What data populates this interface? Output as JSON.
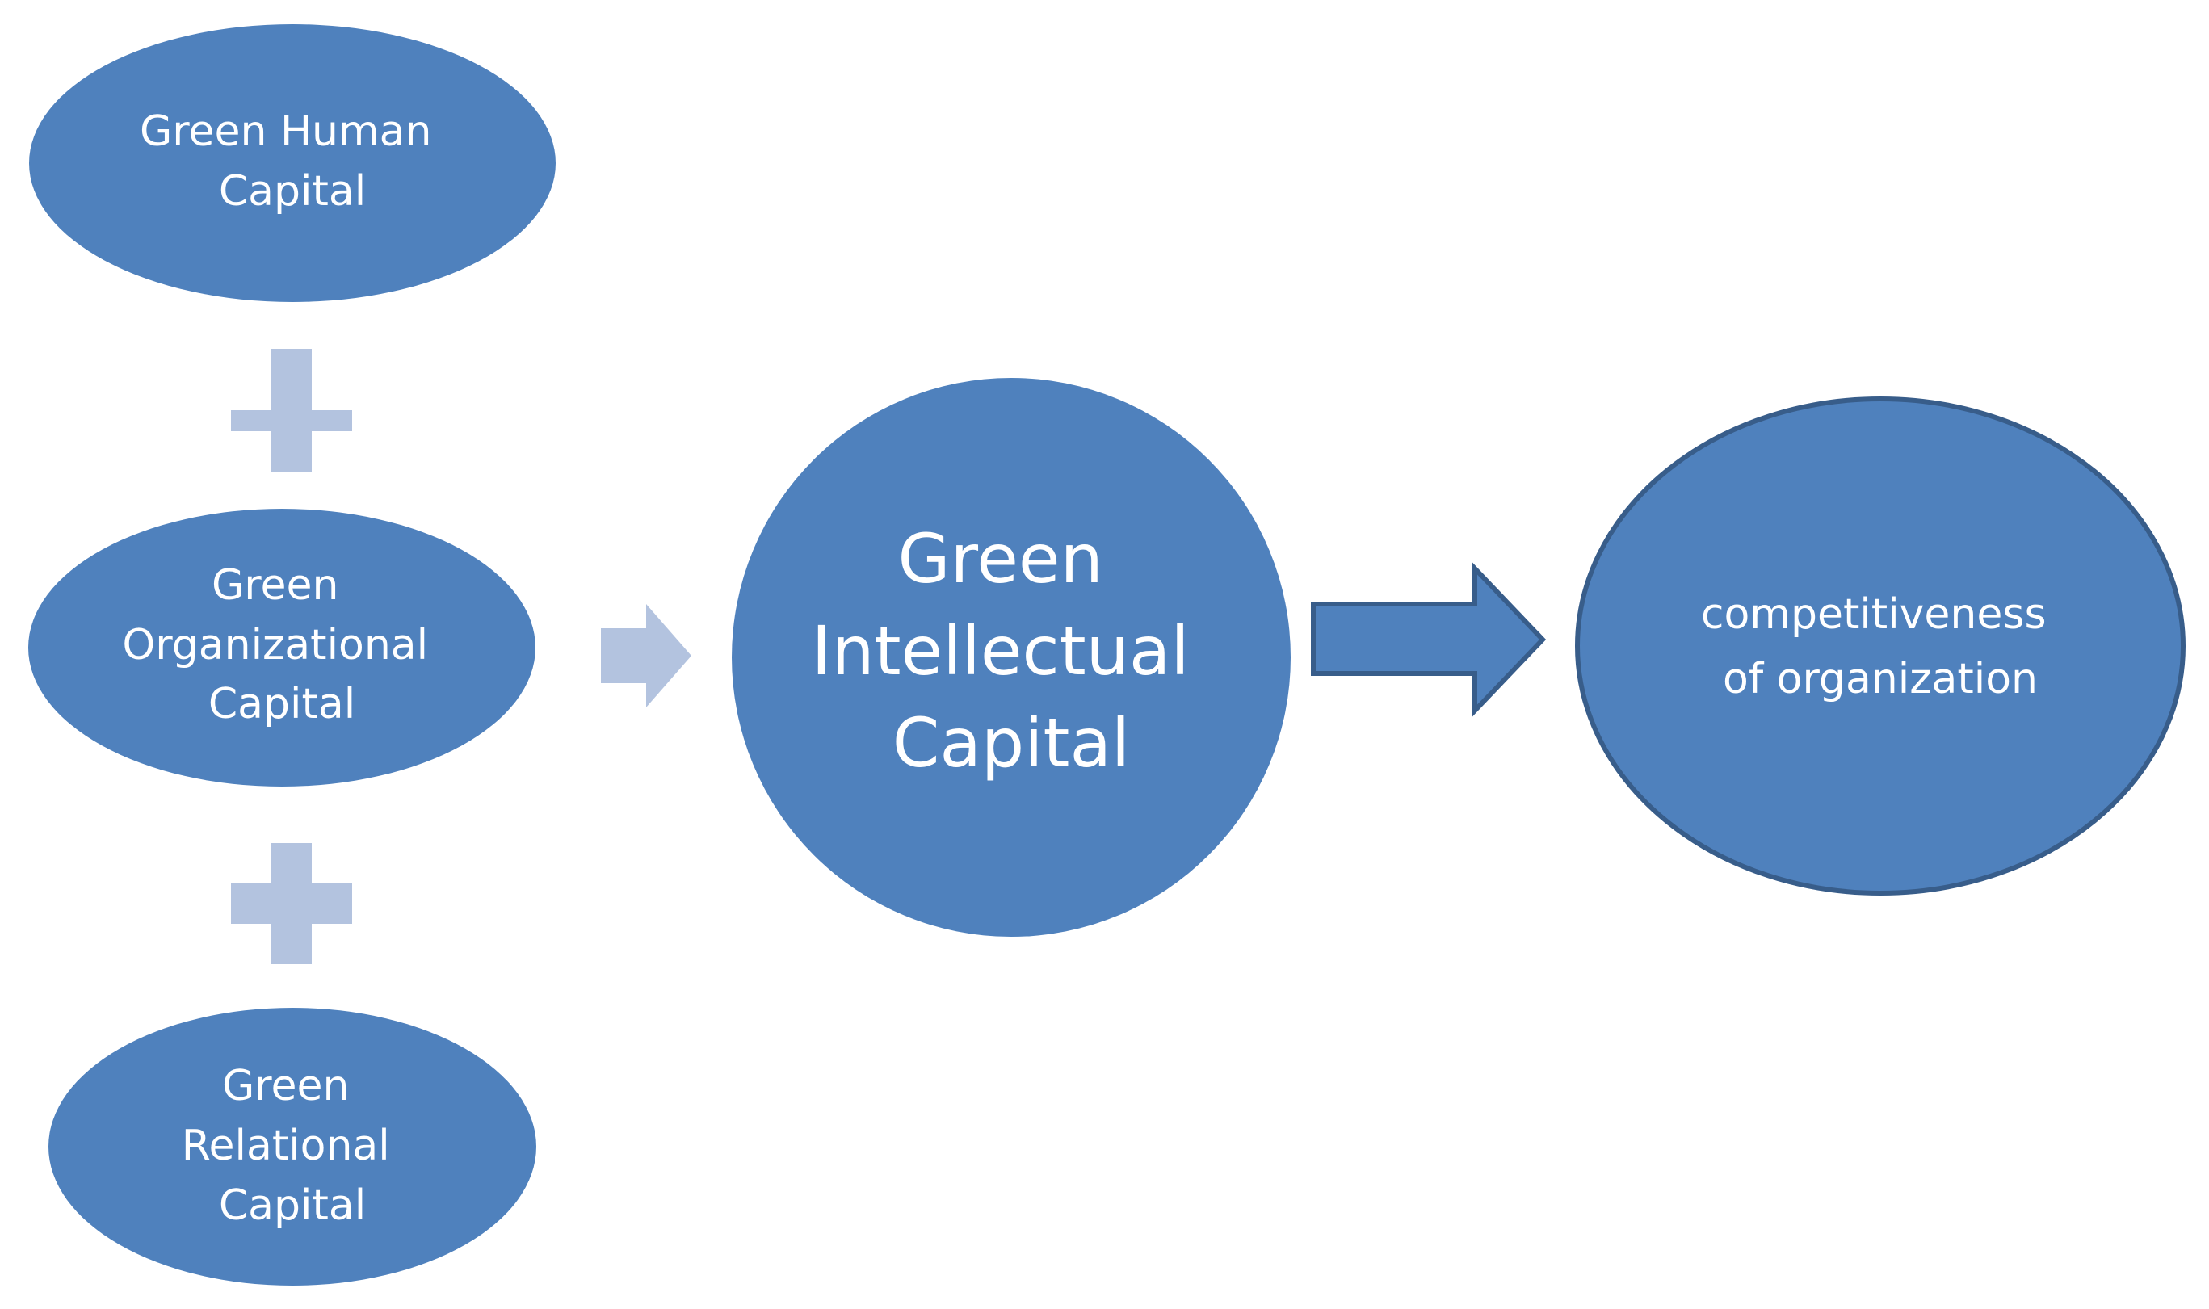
{
  "colors": {
    "node_fill": "#4F81BD",
    "node_stroke": "#385D8A",
    "connector_light": "#B3C3DF",
    "background": "#FFFFFF"
  },
  "nodes": {
    "green_human_capital": {
      "line1": "Green Human",
      "line2": "Capital"
    },
    "green_organizational_capital": {
      "line1": "Green",
      "line2": "Organizational",
      "line3": "Capital"
    },
    "green_relational_capital": {
      "line1": "Green",
      "line2": "Relational",
      "line3": "Capital"
    },
    "green_intellectual_capital": {
      "line1": "Green",
      "line2": "Intellectual",
      "line3": "Capital"
    },
    "competitiveness": {
      "line1": "competitiveness",
      "line2": "of organization"
    }
  },
  "connectors": {
    "plus_1": "plus-icon",
    "plus_2": "plus-icon",
    "arrow_to_gic": "right-arrow-icon",
    "arrow_to_competitiveness": "block-right-arrow-icon"
  }
}
